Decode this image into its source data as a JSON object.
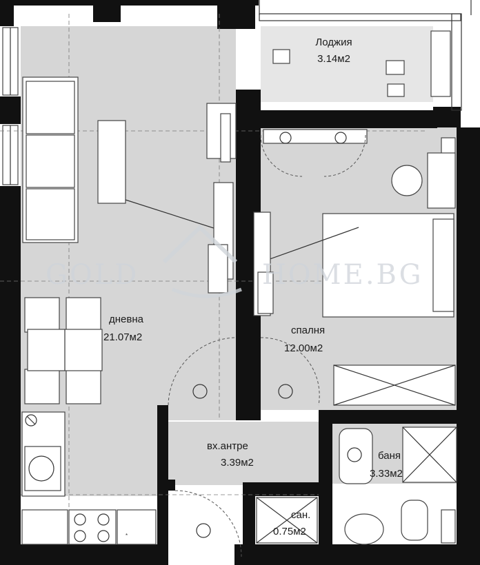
{
  "rooms": {
    "loggia": {
      "name": "Лоджия",
      "area": "3.14м2"
    },
    "living": {
      "name": "дневна",
      "area": "21.07м2"
    },
    "bedroom": {
      "name": "спалня",
      "area": "12.00м2"
    },
    "entry": {
      "name": "вх.антре",
      "area": "3.39м2"
    },
    "bath": {
      "name": "баня",
      "area": "3.33м2"
    },
    "wc": {
      "name": "сан.",
      "area": "0.75м2"
    }
  },
  "watermark": {
    "left": "GOLD",
    "right": "HOME.BG"
  },
  "colors": {
    "wall": "#111111",
    "floor_light": "#d6d6d6",
    "floor_room": "#e6e6e6",
    "watermark": "#cfd4da"
  }
}
